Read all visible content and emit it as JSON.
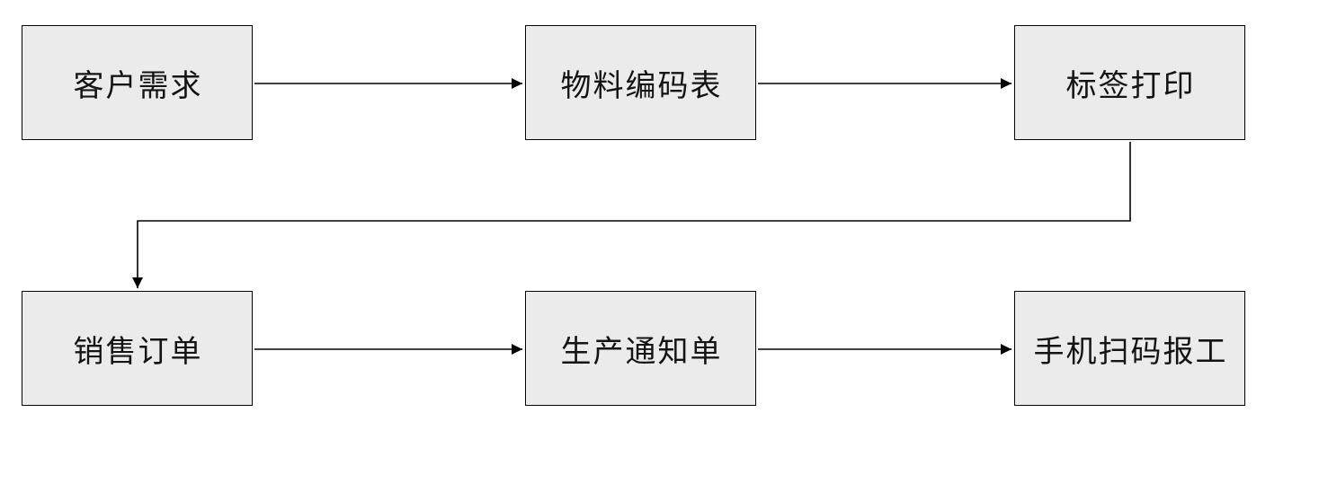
{
  "diagram": {
    "type": "flowchart",
    "background_color": "#ffffff",
    "node_fill_color": "#ebebeb",
    "node_border_color": "#000000",
    "connector_color": "#000000",
    "nodes": [
      {
        "id": "customer-demand",
        "label": "客户需求",
        "row": 1,
        "col": 1
      },
      {
        "id": "material-code-table",
        "label": "物料编码表",
        "row": 1,
        "col": 2
      },
      {
        "id": "label-printing",
        "label": "标签打印",
        "row": 1,
        "col": 3
      },
      {
        "id": "sales-order",
        "label": "销售订单",
        "row": 2,
        "col": 1
      },
      {
        "id": "production-notice",
        "label": "生产通知单",
        "row": 2,
        "col": 2
      },
      {
        "id": "mobile-scan-report",
        "label": "手机扫码报工",
        "row": 2,
        "col": 3
      }
    ],
    "edges": [
      {
        "from": "customer-demand",
        "to": "material-code-table",
        "style": "straight-arrow"
      },
      {
        "from": "material-code-table",
        "to": "label-printing",
        "style": "straight-arrow"
      },
      {
        "from": "label-printing",
        "to": "sales-order",
        "style": "elbow-arrow"
      },
      {
        "from": "sales-order",
        "to": "production-notice",
        "style": "straight-arrow"
      },
      {
        "from": "production-notice",
        "to": "mobile-scan-report",
        "style": "straight-arrow"
      }
    ]
  }
}
